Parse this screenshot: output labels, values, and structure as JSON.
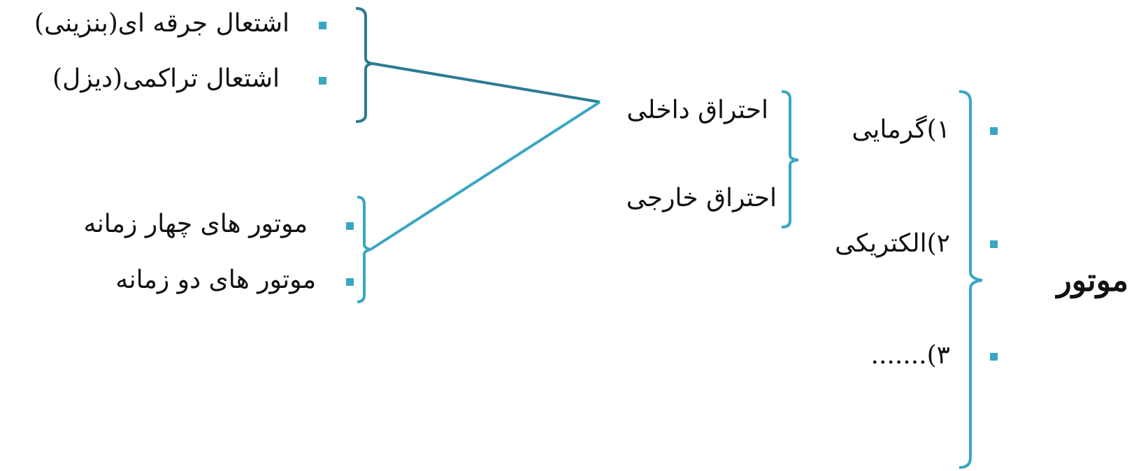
{
  "colors": {
    "primary_bracket": "#39a6c3",
    "secondary_bracket": "#2d7b94",
    "text": "#111111"
  },
  "root": {
    "label": "موتور"
  },
  "categories": [
    {
      "label": "۱)گرمایی"
    },
    {
      "label": "۲)الکتریکی"
    },
    {
      "label": "۳)......."
    }
  ],
  "thermal_types": [
    {
      "label": "احتراق داخلی"
    },
    {
      "label": "احتراق خارجی"
    }
  ],
  "ignition_types": [
    {
      "label": "اشتعال جرقه ای(بنزینی)"
    },
    {
      "label": "اشتعال تراکمی(دیزل)"
    }
  ],
  "stroke_types": [
    {
      "label": "موتور های چهار زمانه"
    },
    {
      "label": "موتور های دو زمانه"
    }
  ]
}
